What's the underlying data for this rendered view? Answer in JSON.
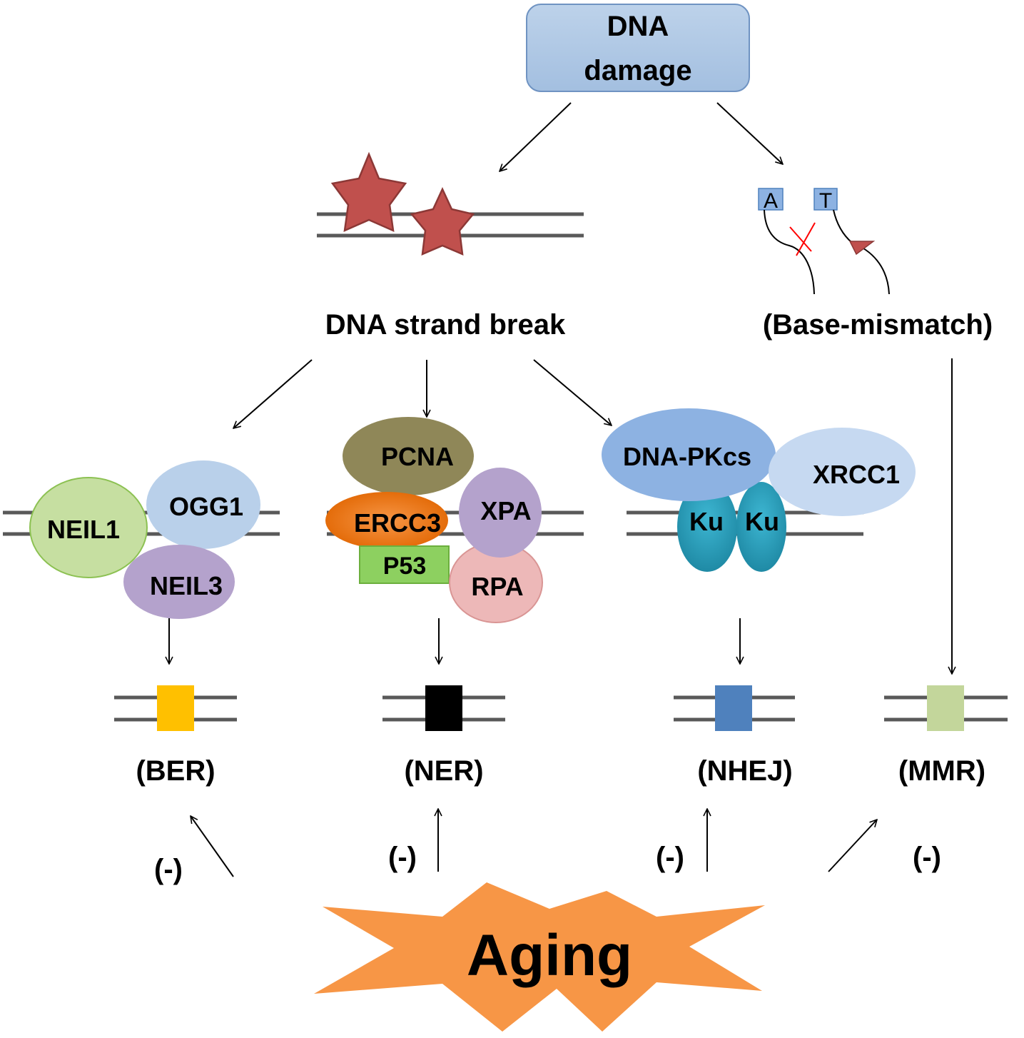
{
  "root": {
    "line1": "DNA",
    "line2": "damage"
  },
  "branches": {
    "strand_break": "DNA strand break",
    "base_mismatch": "(Base-mismatch)",
    "mismatch_bases": [
      "A",
      "T"
    ]
  },
  "proteins": {
    "ber": [
      "NEIL1",
      "OGG1",
      "NEIL3"
    ],
    "ner": [
      "PCNA",
      "ERCC3",
      "XPA",
      "P53",
      "RPA"
    ],
    "nhej": [
      "DNA-PKcs",
      "XRCC1",
      "Ku",
      "Ku"
    ]
  },
  "pathways": [
    {
      "label": "(BER)",
      "color": "#FFC000",
      "inhibition": "(-)"
    },
    {
      "label": "(NER)",
      "color": "#000000",
      "inhibition": "(-)"
    },
    {
      "label": "(NHEJ)",
      "color": "#4F81BD",
      "inhibition": "(-)"
    },
    {
      "label": "(MMR)",
      "color": "#C3D69B",
      "inhibition": "(-)"
    }
  ],
  "aging": {
    "label": "Aging",
    "color": "#F79646"
  },
  "colors": {
    "root_box": "#A9C4E2",
    "damage_star": "#C0504D",
    "neil1": "#C6DFA1",
    "ogg1": "#B9D0EA",
    "neil3": "#B4A2CC",
    "pcna": "#8F8758",
    "ercc3": "#E46C0A",
    "xpa": "#B4A2CC",
    "p53": "#8DD060",
    "rpa": "#EDB8B8",
    "dnapkcs": "#8DB2E2",
    "xrcc1": "#C6D9F1",
    "ku": "#31A8C4"
  }
}
